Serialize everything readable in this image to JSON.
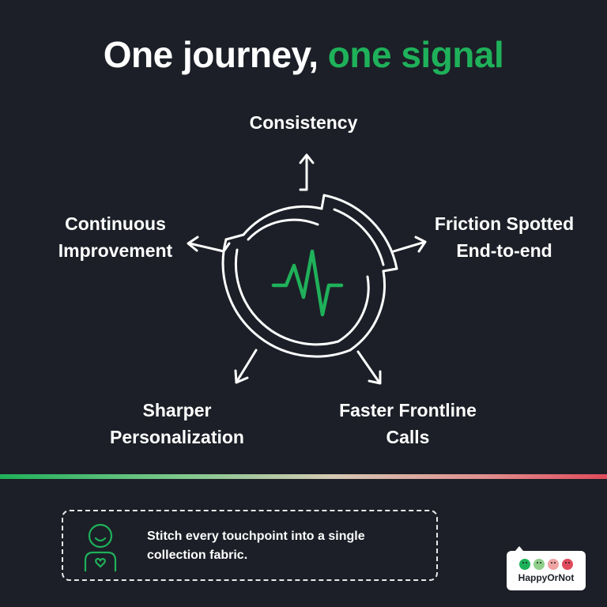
{
  "title": {
    "part1": "One journey, ",
    "part2": "one signal"
  },
  "diagram": {
    "center_icon": "heartbeat-pulse-icon",
    "labels": {
      "consistency": "Consistency",
      "continuous": [
        "Continuous",
        "Improvement"
      ],
      "friction": [
        "Friction Spotted",
        "End-to-end"
      ],
      "sharper": [
        "Sharper",
        "Personalization"
      ],
      "faster": [
        "Faster Frontline",
        "Calls"
      ]
    }
  },
  "callout": {
    "icon": "person-heart-icon",
    "text": "Stitch every touchpoint into a single collection fabric."
  },
  "logo": {
    "text": "HappyOrNot",
    "faces": [
      "#1fb15a",
      "#8fcf8a",
      "#f0a3a3",
      "#e04b5c"
    ]
  },
  "colors": {
    "background": "#1c1f27",
    "accent": "#1fb15a"
  }
}
